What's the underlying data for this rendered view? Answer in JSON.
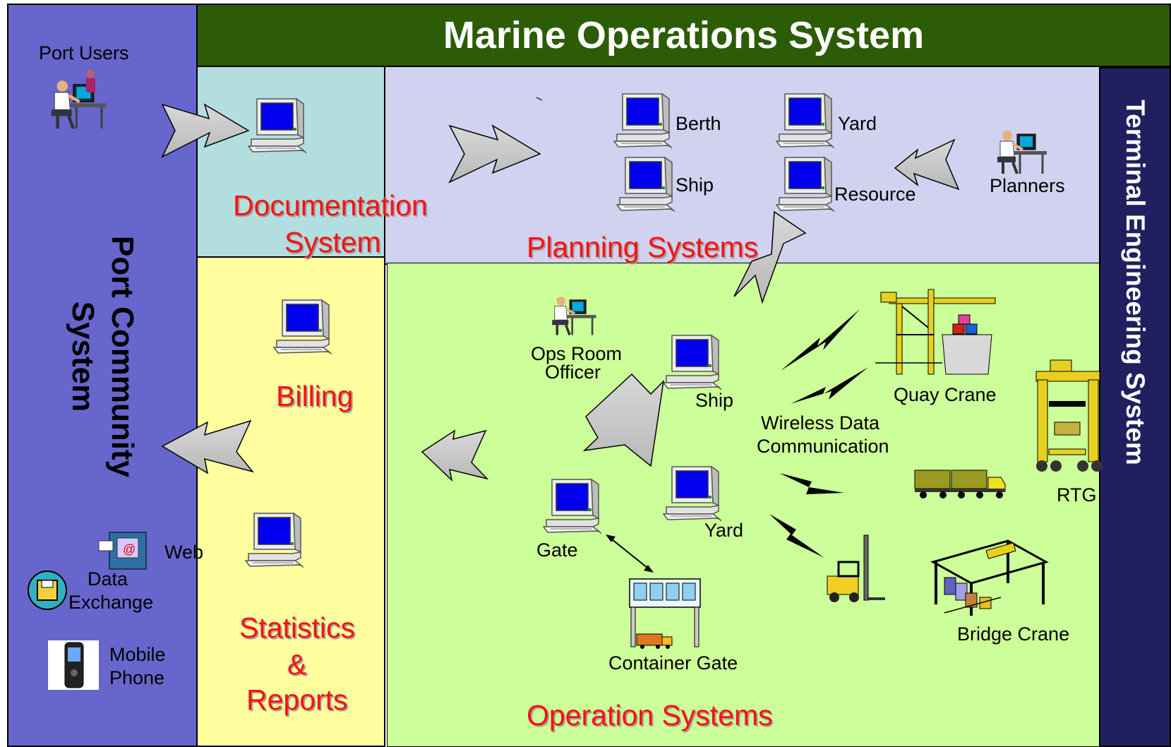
{
  "title": "Marine Operations System",
  "port_community": {
    "label": "Port  Community System",
    "line1": "Port  Community",
    "line2": "System"
  },
  "terminal_engineering": {
    "label": "Terminal Engineering System"
  },
  "port_users": "Port Users",
  "channels": {
    "web": "Web",
    "data_exchange_1": "Data",
    "data_exchange_2": "Exchange",
    "mobile_1": "Mobile",
    "mobile_2": "Phone"
  },
  "documentation": {
    "line1": "Documentation",
    "line2": "System"
  },
  "planning": {
    "title": "Planning Systems",
    "berth": "Berth",
    "yard": "Yard",
    "ship": "Ship",
    "resource": "Resource",
    "planners": "Planners"
  },
  "billing": "Billing",
  "statistics": {
    "line1": "Statistics",
    "line2": "&",
    "line3": "Reports"
  },
  "operation": {
    "title": "Operation Systems",
    "ops_room_1": "Ops Room",
    "ops_room_2": "Officer",
    "ship": "Ship",
    "yard": "Yard",
    "gate": "Gate",
    "container_gate": "Container Gate",
    "wireless_1": "Wireless Data",
    "wireless_2": "Communication",
    "quay_crane": "Quay  Crane",
    "rtg": "RTG",
    "bridge_crane": "Bridge Crane"
  },
  "colors": {
    "title_bg": "#2c5c06",
    "port_community_bg": "#6666cc",
    "documentation_bg": "#b3dee0",
    "planning_bg": "#d0d2f0",
    "billing_bg": "#ffff9f",
    "operation_bg": "#ccff99",
    "terminal_bg": "#202060",
    "label_red": "#ff1010"
  }
}
